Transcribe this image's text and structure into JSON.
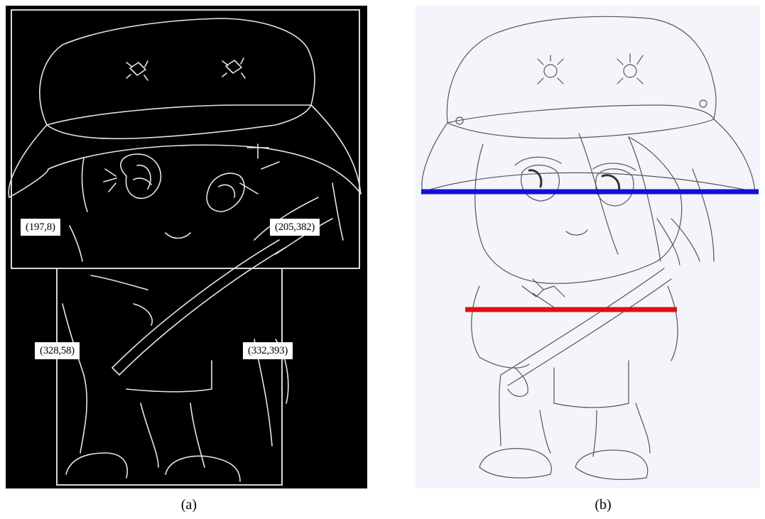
{
  "figure": {
    "panel_a": {
      "labels": [
        "(197,8)",
        "(205,382)",
        "(328,58)",
        "(332,393)"
      ],
      "caption": "(a)"
    },
    "panel_b": {
      "caption": "(b)",
      "upper_line_color": "#1010e0",
      "lower_line_color": "#e01010"
    }
  }
}
